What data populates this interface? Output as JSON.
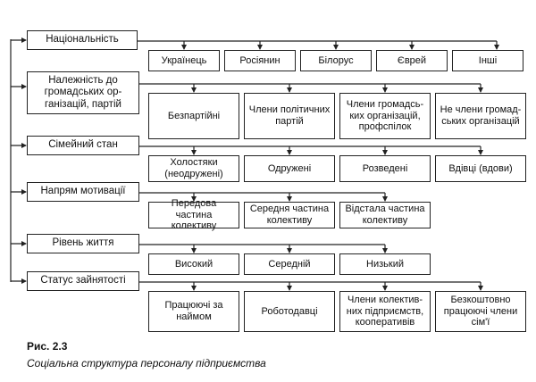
{
  "categories": [
    {
      "label": "Національність",
      "items": [
        "Українець",
        "Росіянин",
        "Білорус",
        "Єврей",
        "Інші"
      ]
    },
    {
      "label": "Належність до\nгромадських ор-\nганізацій, партій",
      "items": [
        "Безпартійні",
        "Члени політичних\nпартій",
        "Члени громадсь-\nких організацій,\nпрофспілок",
        "Не члени громад-\nських організацій"
      ]
    },
    {
      "label": "Сімейний стан",
      "items": [
        "Холостяки\n(неодружені)",
        "Одружені",
        "Розведені",
        "Вдівці (вдови)"
      ]
    },
    {
      "label": "Напрям мотивації",
      "items": [
        "Передова частина\nколективу",
        "Середня частина\nколективу",
        "Відстала частина\nколективу"
      ]
    },
    {
      "label": "Рівень життя",
      "items": [
        "Високий",
        "Середній",
        "Низький"
      ]
    },
    {
      "label": "Статус зайнятості",
      "items": [
        "Працюючі за\nнаймом",
        "Роботодавці",
        "Члени колектив-\nних підприємств,\nкооперативів",
        "Безкоштовно\nпрацюючі члени\nсім'ї"
      ]
    }
  ],
  "caption": {
    "label": "Рис. 2.3",
    "title": "Соціальна структура персоналу підприємства"
  }
}
